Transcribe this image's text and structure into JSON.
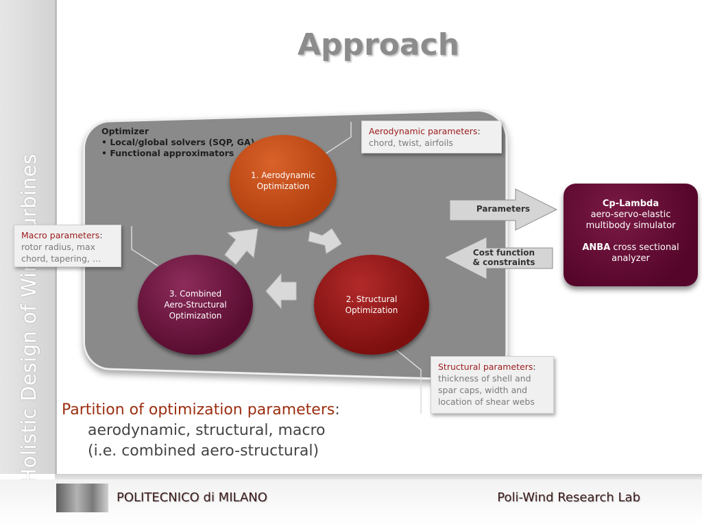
{
  "sidebar": {
    "text": "Holistic Design of Wind Turbines"
  },
  "title": "Approach",
  "optimizer": {
    "heading": "Optimizer",
    "items": [
      "• Local/global solvers (SQP, GA)",
      "• Functional approximators"
    ]
  },
  "circles": [
    {
      "line1": "1. Aerodynamic",
      "line2": "Optimization",
      "line3": ""
    },
    {
      "line1": "2. Structural",
      "line2": "Optimization",
      "line3": ""
    },
    {
      "line1": "3. Combined",
      "line2": "Aero-Structural",
      "line3": "Optimization"
    }
  ],
  "callouts": {
    "aero": {
      "head": "Aerodynamic parameters",
      "colon": ":",
      "body": "chord, twist, airfoils"
    },
    "macro": {
      "head": "Macro parameters",
      "colon": ":",
      "body1": "rotor radius, max",
      "body2": "chord, tapering, …"
    },
    "struct": {
      "head": "Structural parameters",
      "colon": ":",
      "body1": "thickness of shell and",
      "body2": "spar caps, width and",
      "body3": "location of shear webs"
    }
  },
  "arrows": {
    "parameters": "Parameters",
    "cost_line1": "Cost function",
    "cost_line2": "& constraints"
  },
  "simulator": {
    "name": "Cp-Lambda",
    "desc1": "aero-servo-elastic",
    "desc2": "multibody simulator",
    "anba": "ANBA",
    "anba_desc": " cross sectional",
    "anba_desc2": "analyzer"
  },
  "partition": {
    "head": "Partition of optimization parameters",
    "colon": ":",
    "line1": "aerodynamic, structural, macro",
    "line2": "(i.e. combined aero-structural)"
  },
  "footer": {
    "left": "POLITECNICO di MILANO",
    "right": "Poli-Wind Research Lab"
  },
  "colors": {
    "accent": "#9b1b1b",
    "aero": "#c4501b",
    "struct": "#9a1a1a",
    "combined": "#6e1640",
    "simulator": "#65103a"
  }
}
